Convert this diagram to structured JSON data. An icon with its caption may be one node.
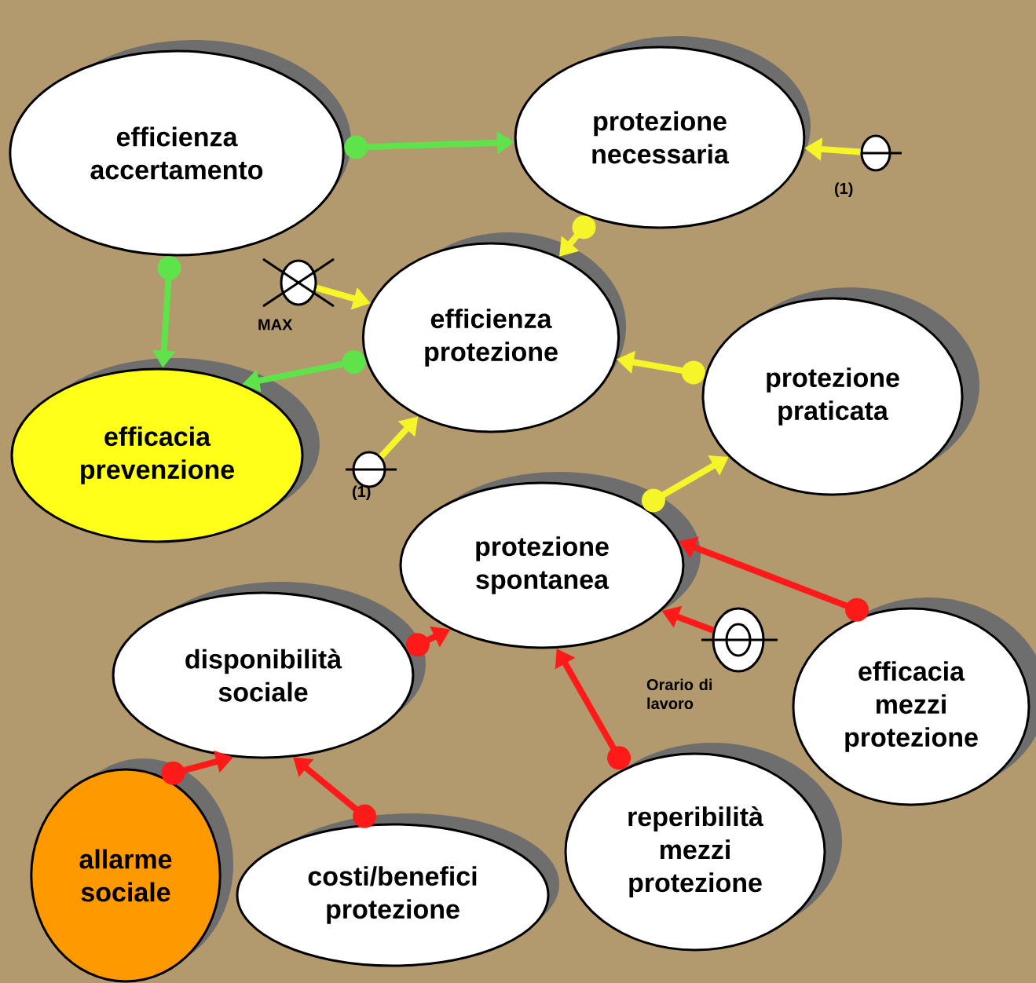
{
  "diagram": {
    "nodes": [
      {
        "text": [
          "efficienza accertamento"
        ]
      },
      {
        "text": [
          "protezione necessaria"
        ]
      },
      {
        "text": [],
        "shape": "circle",
        "beside": [
          "(1)"
        ]
      },
      {
        "text": [],
        "shape": "circle",
        "beside": [
          "MAX"
        ]
      },
      {
        "text": [
          "efficienza protezione"
        ]
      },
      {
        "text": [
          "efficacia prevenzione"
        ]
      },
      {
        "text": [
          "protezione praticata"
        ]
      },
      {
        "text": [],
        "shape": "circle",
        "beside": [
          "(1)"
        ]
      },
      {
        "text": [
          "protezione spontanea"
        ]
      },
      {
        "text": [
          "disponibilità sociale"
        ]
      },
      {
        "text": [],
        "shape": "circle",
        "beside": [
          "Orario di lavoro"
        ]
      },
      {
        "text": [
          "efficacia mezzi protezione"
        ]
      },
      {
        "text": [
          "allarme sociale"
        ]
      },
      {
        "text": [
          "costi/benefici protezione"
        ]
      },
      {
        "text": [
          "reperibilità mezzi protezione"
        ]
      }
    ],
    "edges": [
      {
        "from": 0,
        "to": 1,
        "arrow": "to",
        "color": "#5ee34a"
      },
      {
        "from": 2,
        "to": 1,
        "arrow": "to",
        "color": "#f5f52a"
      },
      {
        "from": 1,
        "to": 4,
        "arrow": "to",
        "color": "#f5f52a"
      },
      {
        "from": 0,
        "to": 5,
        "arrow": "to",
        "color": "#5ee34a"
      },
      {
        "from": 3,
        "to": 4,
        "arrow": "to",
        "color": "#f5f52a"
      },
      {
        "from": 4,
        "to": 5,
        "arrow": "to",
        "color": "#5ee34a"
      },
      {
        "from": 6,
        "to": 4,
        "arrow": "to",
        "color": "#f5f52a"
      },
      {
        "from": 7,
        "to": 4,
        "arrow": "to",
        "color": "#f5f52a"
      },
      {
        "from": 8,
        "to": 6,
        "arrow": "to",
        "color": "#f5f52a"
      },
      {
        "from": 11,
        "to": 8,
        "arrow": "to",
        "color": "#ff1a1a"
      },
      {
        "from": 10,
        "to": 8,
        "arrow": "to",
        "color": "#ff1a1a"
      },
      {
        "from": 9,
        "to": 8,
        "arrow": "to",
        "color": "#ff1a1a"
      },
      {
        "from": 14,
        "to": 8,
        "arrow": "to",
        "color": "#ff1a1a"
      },
      {
        "from": 12,
        "to": 9,
        "arrow": "to",
        "color": "#ff1a1a"
      },
      {
        "from": 13,
        "to": 9,
        "arrow": "to",
        "color": "#ff1a1a"
      }
    ]
  }
}
